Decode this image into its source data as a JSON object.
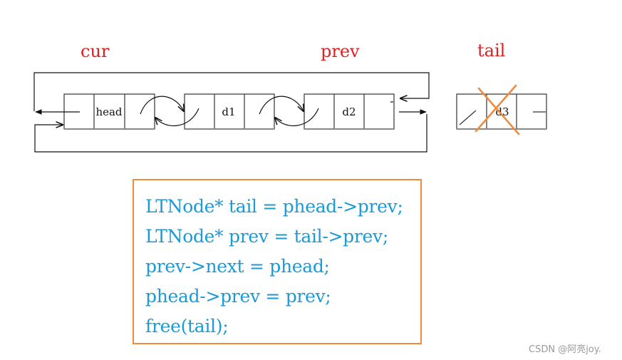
{
  "labels": {
    "cur": "cur",
    "prev": "prev",
    "tail": "tail"
  },
  "nodes": {
    "head": "head",
    "d1": "d1",
    "d2": "d2",
    "d3": "d3"
  },
  "code": {
    "lines": [
      "LTNode* tail = phead->prev;",
      "LTNode* prev = tail->prev;",
      "prev->next = phead;",
      "phead->prev = prev;",
      "free(tail);"
    ]
  },
  "colors": {
    "pointer_label": "#e02020",
    "code_text": "#1a9ad6",
    "code_border": "#f08a3c",
    "cross": "#f08a3c"
  },
  "watermark": "CSDN @阿亮joy."
}
